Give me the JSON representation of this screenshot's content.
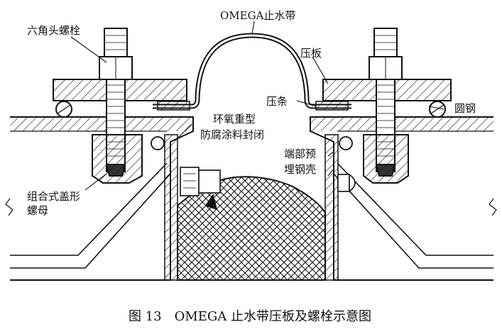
{
  "labels": {
    "hex_bolt": "六角头螺栓",
    "omega_strip": "OMEGA止水带",
    "pressure_plate": "压板",
    "pressure_bar": "压条",
    "round_steel": "圆钢",
    "coating_line1": "环氧重型",
    "coating_line2": "防腐涂料封闭",
    "shell_line1": "端部预",
    "shell_line2": "埋钢壳",
    "cap_nut_line1": "组合式盖形",
    "cap_nut_line2": "螺母"
  },
  "caption": "图 13　OMEGA 止水带压板及螺栓示意图",
  "colors": {
    "ink": "#111111",
    "background": "#ffffff"
  }
}
